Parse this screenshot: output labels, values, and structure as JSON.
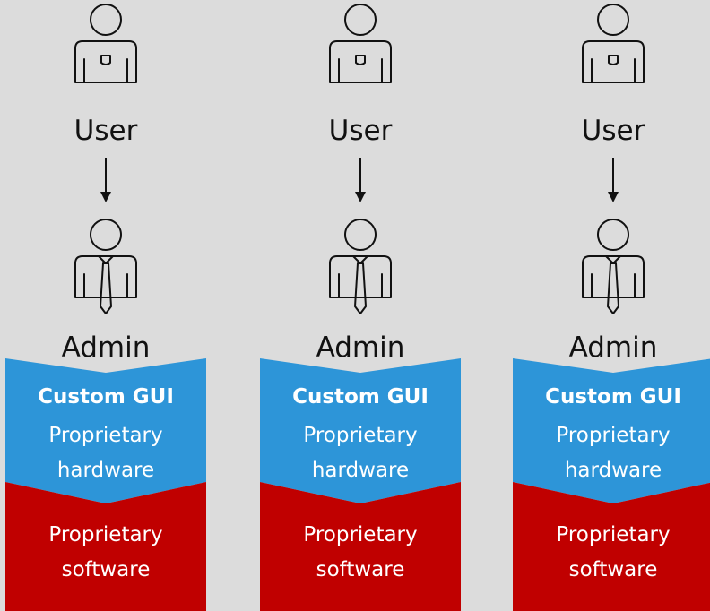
{
  "columns": [
    {
      "user_label": "User",
      "admin_label": "Admin",
      "gui_label": "Custom GUI",
      "hardware_line1": "Proprietary",
      "hardware_line2": "hardware",
      "software_line1": "Proprietary",
      "software_line2": "software"
    },
    {
      "user_label": "User",
      "admin_label": "Admin",
      "gui_label": "Custom GUI",
      "hardware_line1": "Proprietary",
      "hardware_line2": "hardware",
      "software_line1": "Proprietary",
      "software_line2": "software"
    },
    {
      "user_label": "User",
      "admin_label": "Admin",
      "gui_label": "Custom GUI",
      "hardware_line1": "Proprietary",
      "hardware_line2": "hardware",
      "software_line1": "Proprietary",
      "software_line2": "software"
    }
  ],
  "icons": {
    "user": "user-person-icon",
    "admin": "admin-person-with-tie-icon",
    "arrow": "arrow-down-icon"
  },
  "colors": {
    "background": "#dcdcdc",
    "gui_hardware_block": "#2d95d8",
    "software_block": "#c00000",
    "text_on_block": "#ffffff",
    "text": "#111111"
  }
}
